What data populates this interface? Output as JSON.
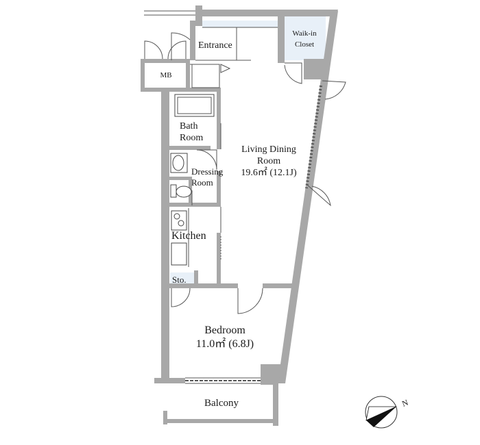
{
  "rooms": {
    "entrance": "Entrance",
    "closet_line1": "Waik-in",
    "closet_line2": "Closet",
    "mb": "MB",
    "bath_line1": "Bath",
    "bath_line2": "Room",
    "dressing_line1": "Dressing",
    "dressing_line2": "Room",
    "living_line1": "Living Dining",
    "living_line2": "Room",
    "living_area": "19.6㎡ (12.1J)",
    "kitchen": "Kitchen",
    "storage": "Sto.",
    "bedroom": "Bedroom",
    "bedroom_area": "11.0㎡ (6.8J)",
    "balcony": "Balcony"
  },
  "compass": {
    "label": "N"
  },
  "colors": {
    "wall": "#a8a8a8",
    "highlight": "#e8f0f8",
    "line": "#555555"
  }
}
